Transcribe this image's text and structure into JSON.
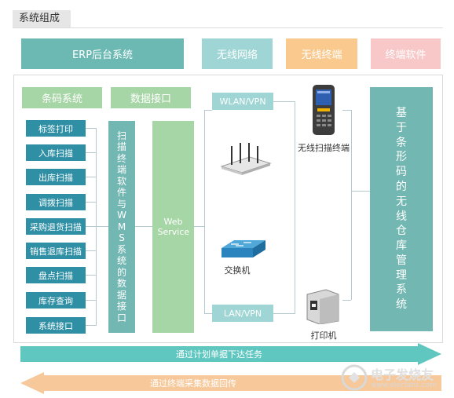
{
  "title": "系统组成",
  "categories": [
    {
      "label": "ERP后台系统",
      "color": "#6cb8b3"
    },
    {
      "label": "无线网络",
      "color": "#9fd5d4"
    },
    {
      "label": "无线终端",
      "color": "#f9c98e"
    },
    {
      "label": "终端软件",
      "color": "#f8c8c8"
    }
  ],
  "left_headers": {
    "barcode": "条码系统",
    "data_interface": "数据接口"
  },
  "modules": [
    "标签打印",
    "入库扫描",
    "出库扫描",
    "调拨扫描",
    "采购退货扫描",
    "销售退库扫描",
    "盘点扫描",
    "库存查询",
    "系统接口"
  ],
  "scan_software": "扫描终端软件与WMS系统的数据接口",
  "web_service": "Web Service",
  "network": {
    "wlan": "WLAN/VPN",
    "lan": "LAN/VPN",
    "switch": "交换机"
  },
  "devices": {
    "scanner": "无线扫描终端",
    "printer": "打印机"
  },
  "main_system": "基于条形码的无线仓库管理系统",
  "arrows": {
    "forward": "通过计划单据下达任务",
    "backward": "通过终端采集数据回传"
  },
  "watermark": {
    "brand": "电子发烧友",
    "url": "www.elecfans.com"
  },
  "colors": {
    "teal": "#72b7b2",
    "dark_teal": "#2f8fa4",
    "green": "#a7d6a6",
    "arrow_fwd": "#5fc7bf",
    "arrow_back": "#f6c89a"
  }
}
